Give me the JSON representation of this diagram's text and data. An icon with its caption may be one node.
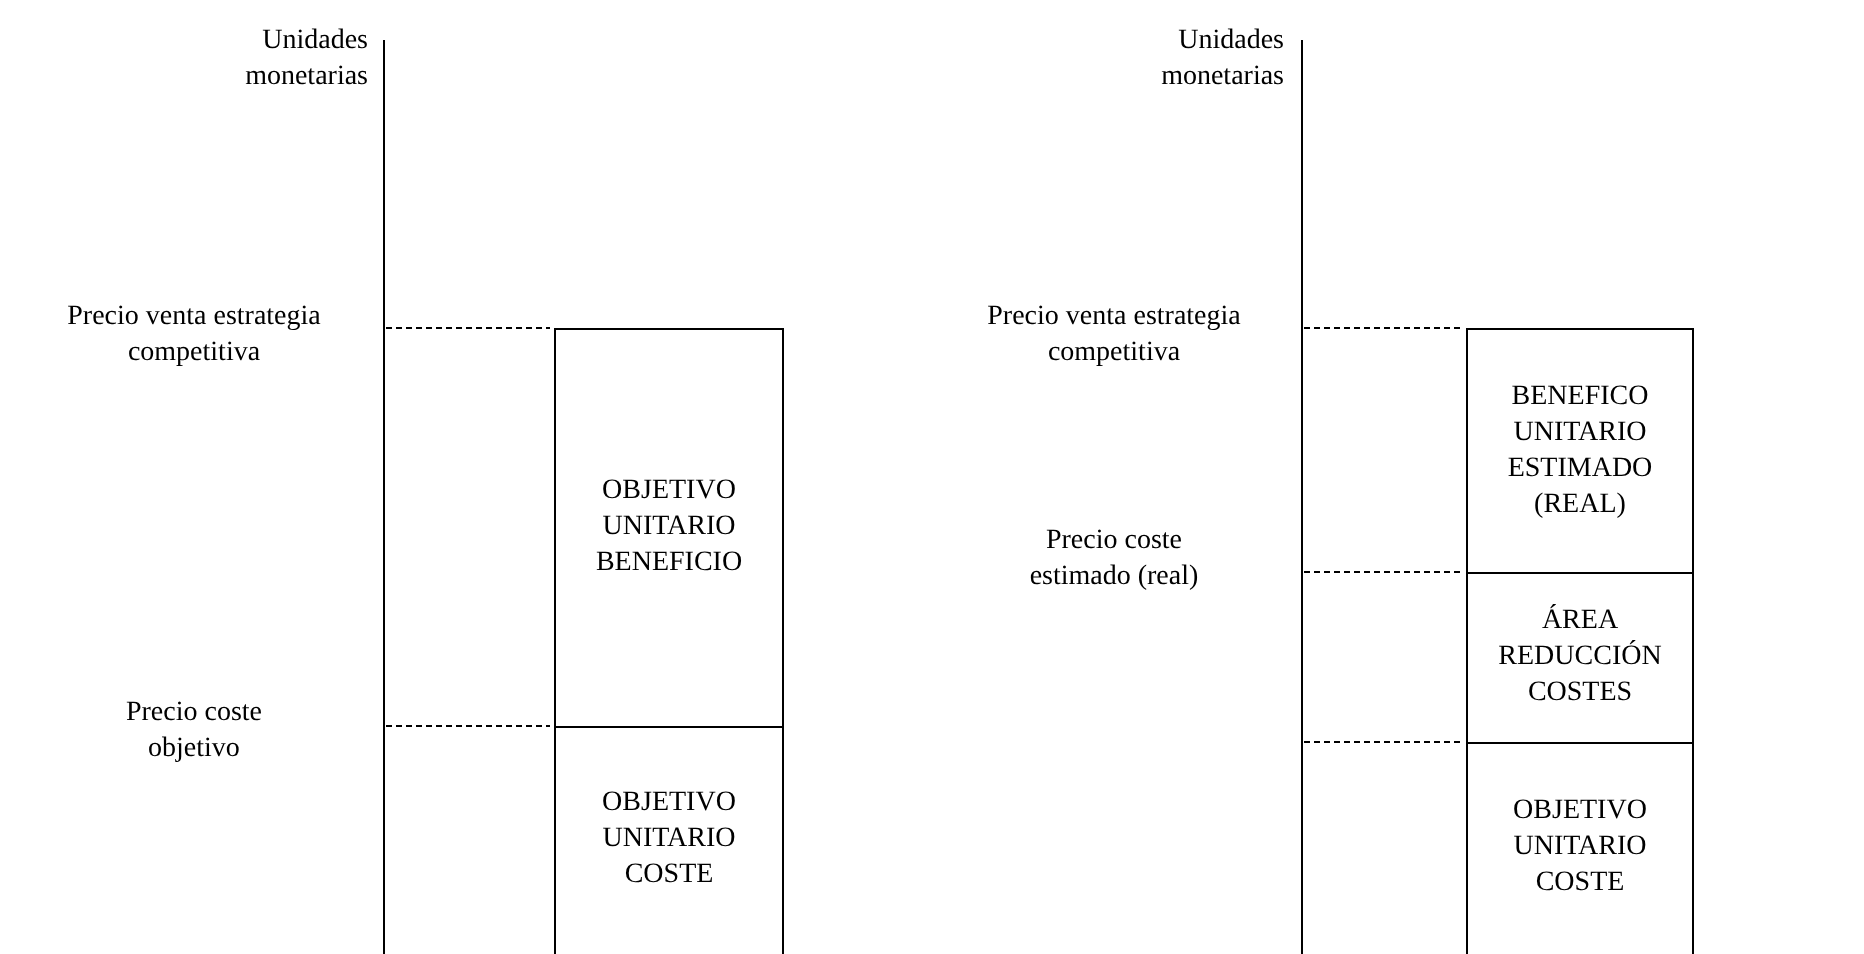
{
  "diagram": {
    "nodes": [
      {
        "text": [
          "OBJETIVO UNITARIO BENEFICIO"
        ]
      },
      {
        "text": [
          "OBJETIVO UNITARIO COSTE"
        ]
      },
      {
        "text": [
          "BENEFICO UNITARIO ESTIMADO (REAL)"
        ]
      },
      {
        "text": [
          "ÁREA REDUCCIÓN COSTES"
        ]
      },
      {
        "text": [
          "OBJETIVO UNITARIO COSTE"
        ]
      }
    ],
    "edges": [],
    "labels": [
      "Unidades monetarias",
      "Unidades monetarias",
      "Precio venta estrategia competitiva",
      "Precio venta estrategia competitiva",
      "Precio coste estimado (real)",
      "Precio coste objetivo"
    ]
  }
}
